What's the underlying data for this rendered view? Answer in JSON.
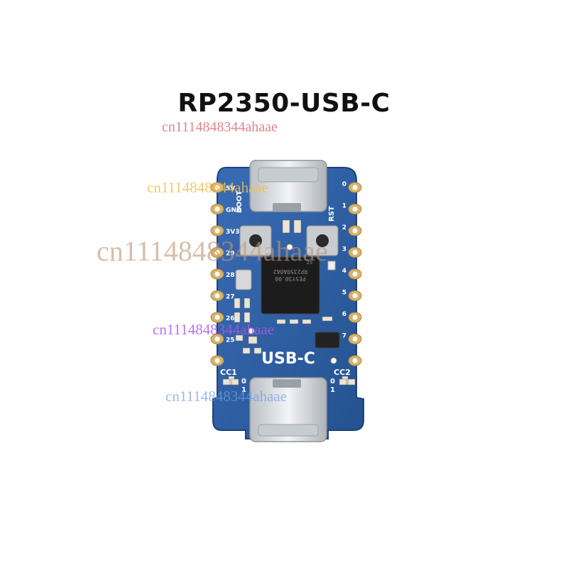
{
  "title": "RP2350-USB-C",
  "board": {
    "silkscreen_left": [
      "5V",
      "GND",
      "3V3",
      "29",
      "28",
      "27",
      "26",
      "25"
    ],
    "silkscreen_right": [
      "0",
      "1",
      "2",
      "3",
      "4",
      "5",
      "6",
      "7"
    ],
    "boot_label": "BOOT",
    "reset_label": "RST",
    "board_label": "USB-C",
    "cc1_label": "CC1",
    "cc2_label": "CC2",
    "cc_left_values": [
      "0",
      "1"
    ],
    "cc_right_values": [
      "0",
      "1"
    ],
    "chip_line1": "RP2350A0A2",
    "chip_line2": "PE5Y30.00",
    "chip_line3": "25",
    "colors": {
      "pcb": "#2d5ea8",
      "pcb_edge": "#20477f",
      "gold_pad": "#d7b46a",
      "chip": "#1c1c1c",
      "usb_metal": "#d9dde2",
      "silkscreen": "#ffffff"
    }
  },
  "watermarks": [
    "cn1114848344ahaae",
    "cn1114848344ahaae",
    "cn1114848344ahaae",
    "cn1114848344ahaae",
    "cn1114848344ahaae"
  ]
}
